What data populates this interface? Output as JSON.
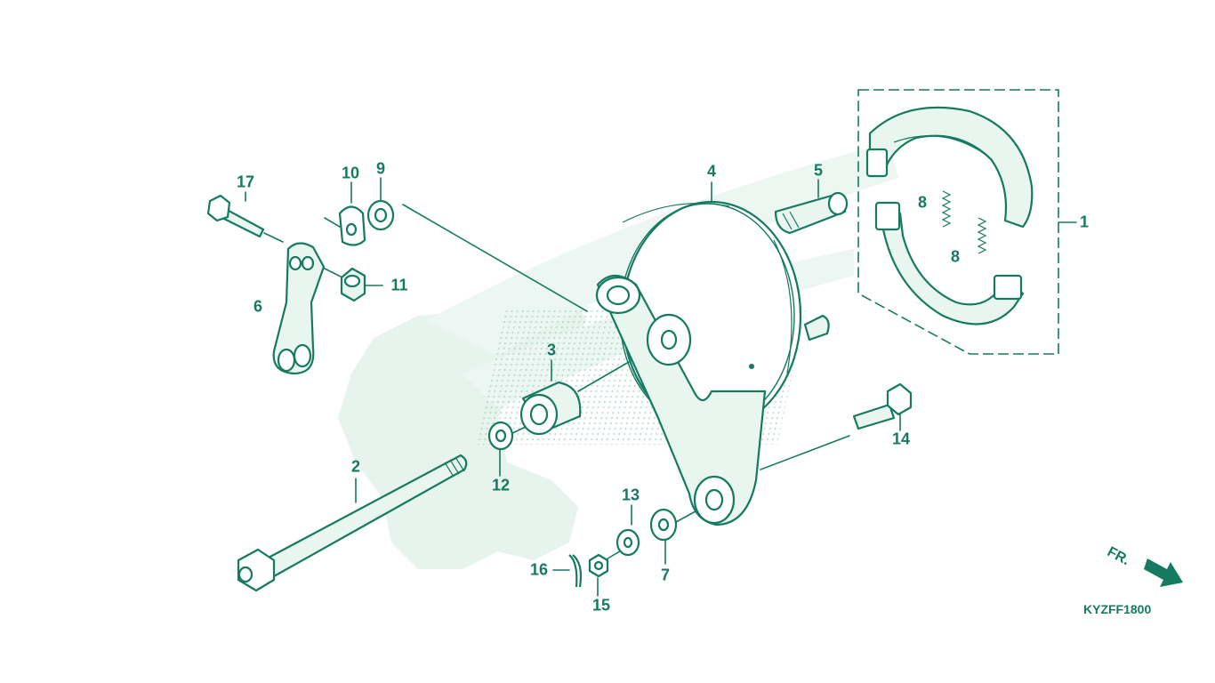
{
  "diagram": {
    "callouts": [
      {
        "id": "1",
        "label": "1"
      },
      {
        "id": "2",
        "label": "2"
      },
      {
        "id": "3",
        "label": "3"
      },
      {
        "id": "4",
        "label": "4"
      },
      {
        "id": "5",
        "label": "5"
      },
      {
        "id": "6",
        "label": "6"
      },
      {
        "id": "7",
        "label": "7"
      },
      {
        "id": "8a",
        "label": "8"
      },
      {
        "id": "8b",
        "label": "8"
      },
      {
        "id": "9",
        "label": "9"
      },
      {
        "id": "10",
        "label": "10"
      },
      {
        "id": "11",
        "label": "11"
      },
      {
        "id": "12",
        "label": "12"
      },
      {
        "id": "13",
        "label": "13"
      },
      {
        "id": "14",
        "label": "14"
      },
      {
        "id": "15",
        "label": "15"
      },
      {
        "id": "16",
        "label": "16"
      },
      {
        "id": "17",
        "label": "17"
      }
    ],
    "direction_label": "FR.",
    "diagram_code": "KYZFF1800",
    "colors": {
      "line": "#157a60",
      "watermark": "#e4f3ec",
      "background": "#ffffff"
    }
  }
}
